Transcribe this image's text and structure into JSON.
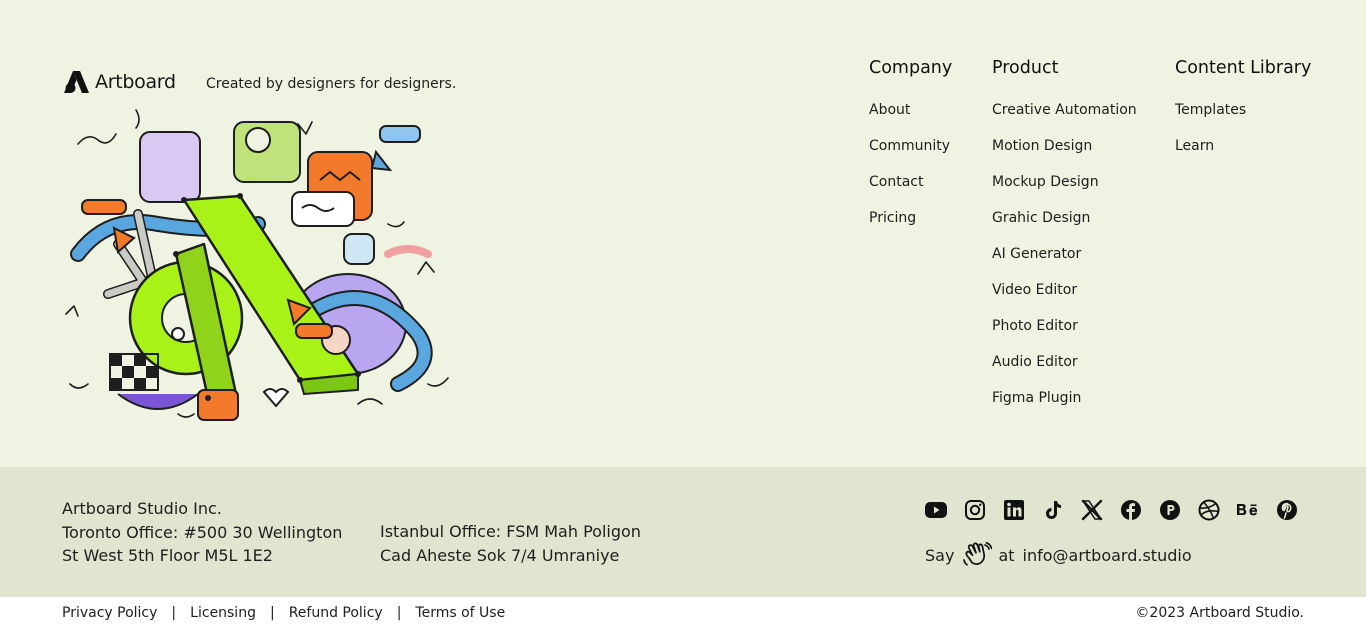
{
  "brand": {
    "name": "Artboard",
    "tagline": "Created by designers for designers."
  },
  "nav": {
    "company": {
      "title": "Company",
      "items": [
        "About",
        "Community",
        "Contact",
        "Pricing"
      ]
    },
    "product": {
      "title": "Product",
      "items": [
        "Creative Automation",
        "Motion Design",
        "Mockup Design",
        "Grahic Design",
        "AI Generator",
        "Video Editor",
        "Photo Editor",
        "Audio Editor",
        "Figma Plugin"
      ]
    },
    "content_library": {
      "title": "Content Library",
      "items": [
        "Templates",
        "Learn"
      ]
    }
  },
  "address": {
    "company": "Artboard Studio Inc.",
    "toronto_line1": "Toronto Office: #500 30 Wellington",
    "toronto_line2": "St West 5th Floor M5L 1E2",
    "istanbul_line1": "Istanbul Office: FSM Mah Poligon",
    "istanbul_line2": "Cad Aheste Sok 7/4 Umraniye"
  },
  "social": [
    "youtube-icon",
    "instagram-icon",
    "linkedin-icon",
    "tiktok-icon",
    "x-icon",
    "facebook-icon",
    "producthunt-icon",
    "dribbble-icon",
    "behance-icon",
    "pinterest-icon"
  ],
  "contact": {
    "say": "Say",
    "at": "at",
    "email": "info@artboard.studio"
  },
  "legal": {
    "privacy": "Privacy Policy",
    "licensing": "Licensing",
    "refund": "Refund Policy",
    "terms": "Terms of Use",
    "copyright": "©2023 Artboard Studio."
  },
  "colors": {
    "top_bg": "#eef3e2",
    "mid_bg": "#dfe5cf",
    "accent_green": "#a8f218",
    "accent_orange": "#f47a2b",
    "accent_purple": "#b9a6f0",
    "accent_blue": "#5aa7e0"
  }
}
